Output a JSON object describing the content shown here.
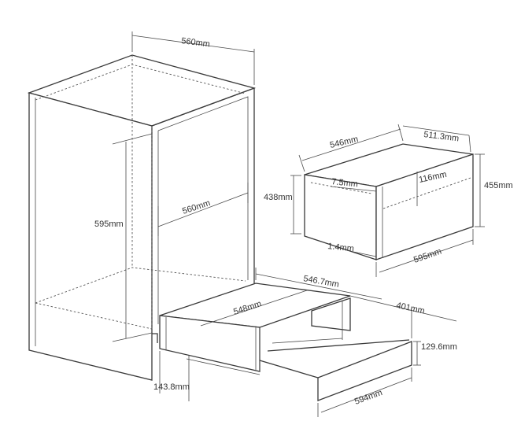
{
  "dimensions": {
    "cabinet_width_top": "560mm",
    "cabinet_height": "595mm",
    "cabinet_inner_width": "560mm",
    "oven_depth": "546mm",
    "oven_depth_side": "511.3mm",
    "oven_height": "438mm",
    "oven_front_height": "455mm",
    "oven_offset_top": "7.5mm",
    "oven_door_gap": "116mm",
    "oven_offset_bottom": "1.4mm",
    "oven_front_width": "595mm",
    "drawer_depth": "546.7mm",
    "drawer_width": "548mm",
    "drawer_extension": "401mm",
    "drawer_height": "143.8mm",
    "drawer_front_height": "129.6mm",
    "drawer_front_width": "594mm"
  }
}
